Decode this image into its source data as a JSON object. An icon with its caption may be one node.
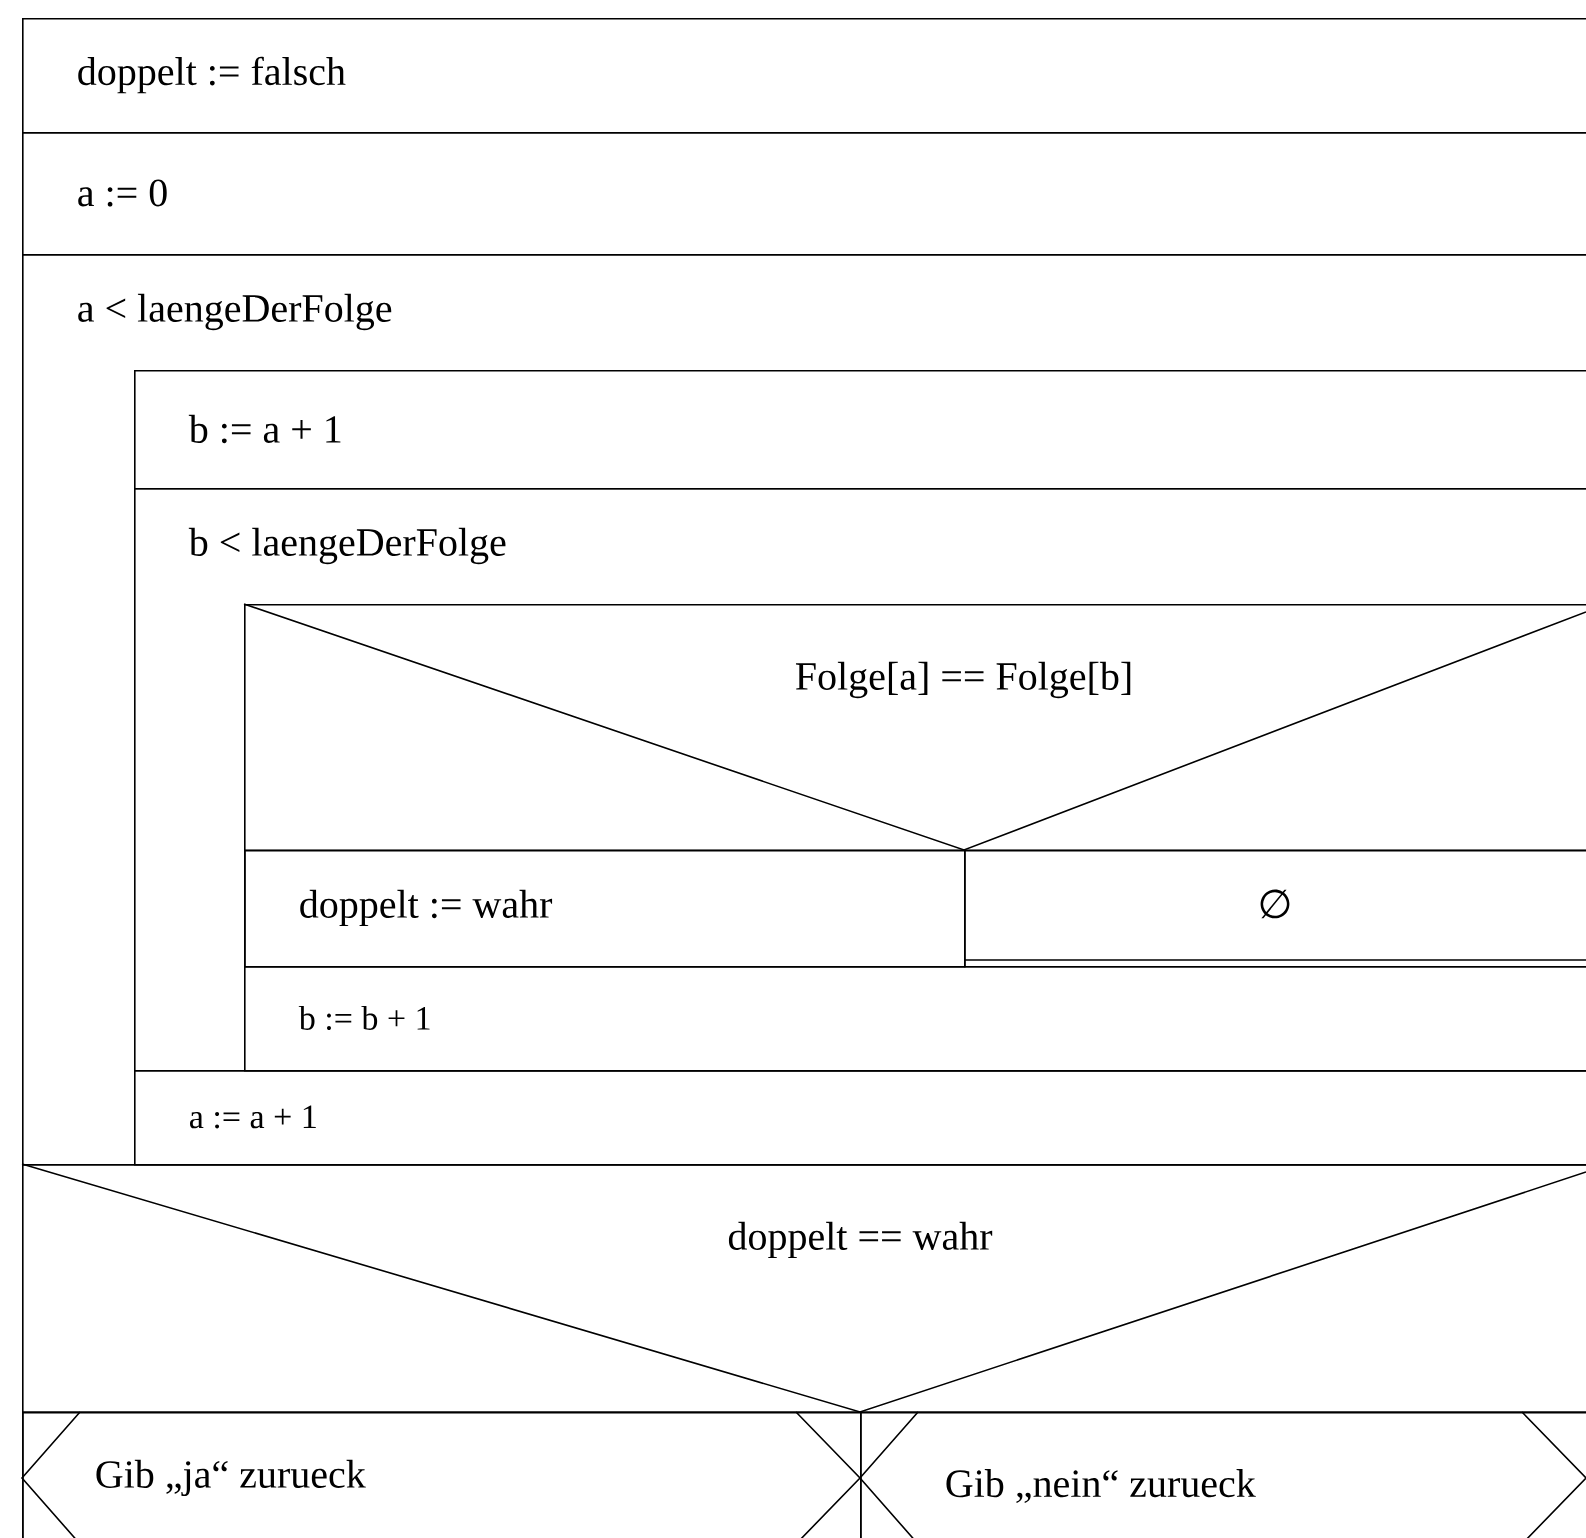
{
  "diagram": {
    "nodes": [
      {
        "text": [
          "doppelt := falsch"
        ]
      },
      {
        "text": [
          "a := 0"
        ]
      },
      {
        "text": [
          "a < laengeDerFolge"
        ]
      },
      {
        "text": [
          "b := a + 1"
        ],
        "in": 2
      },
      {
        "text": [
          "b < laengeDerFolge"
        ],
        "in": 2
      },
      {
        "text": [
          "Folge[a] == Folge[b]"
        ],
        "in": 4
      },
      {
        "text": [
          "doppelt := wahr"
        ],
        "in": 5
      },
      {
        "text": [
          "∅"
        ],
        "in": 5
      },
      {
        "text": [
          "b := b + 1"
        ],
        "in": 4
      },
      {
        "text": [
          "a := a + 1"
        ],
        "in": 2
      },
      {
        "text": [
          "doppelt == wahr"
        ]
      },
      {
        "text": [
          "Gib „ja“ zurueck"
        ],
        "in": 10
      },
      {
        "text": [
          "Gib „nein“ zurueck"
        ],
        "in": 10
      }
    ]
  }
}
